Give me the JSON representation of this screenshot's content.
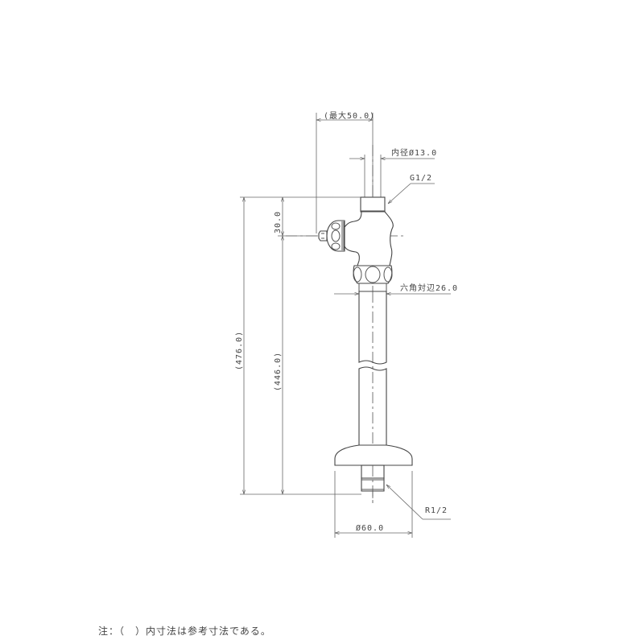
{
  "drawing": {
    "title": "Toilet/urinal supply pipe with stop valve - dimensional drawing",
    "dimensions": {
      "max_width": "(最大50.0)",
      "inner_diameter": "内径Ø13.0",
      "top_thread": "G1/2",
      "offset_top": "30.0",
      "hex_across_flats": "六角対辺26.0",
      "total_height": "(476.0)",
      "inner_height": "(446.0)",
      "bottom_thread": "R1/2",
      "flange_diameter": "Ø60.0"
    },
    "note": "注：（　）内寸法は参考寸法である。",
    "colors": {
      "line": "#555555",
      "background": "#ffffff"
    }
  }
}
